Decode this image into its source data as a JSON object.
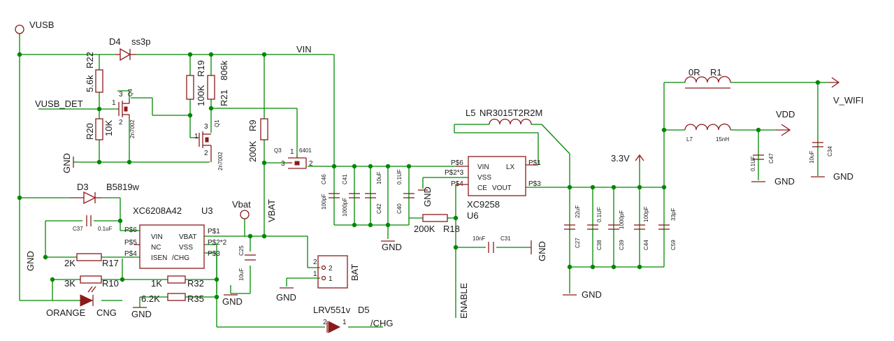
{
  "nets": {
    "vusb": "VUSB",
    "vin": "VIN",
    "vusb_det": "VUSB_DET",
    "vbat": "VBAT",
    "vbat_pin": "Vbat",
    "v33": "3.3V",
    "vdd": "VDD",
    "v_wifi": "V_WIFI",
    "enable": "ENABLE",
    "chg": "/CHG",
    "gnd": "GND"
  },
  "components": {
    "d4": {
      "ref": "D4",
      "value": "ss3p"
    },
    "r22": {
      "ref": "R22",
      "value": "5.6k"
    },
    "r19": {
      "ref": "R19",
      "value": "100K"
    },
    "r21": {
      "ref": "R21",
      "value": "806k"
    },
    "r20": {
      "ref": "R20",
      "value": "10K"
    },
    "q4": {
      "ref": "Q4",
      "value": "2n7002"
    },
    "q1": {
      "ref": "Q1",
      "value": "2n7002"
    },
    "r9": {
      "ref": "R9",
      "value": "200K"
    },
    "q3": {
      "ref": "Q3",
      "value": "6401"
    },
    "c46": {
      "ref": "C46",
      "value": "100pF"
    },
    "c41": {
      "ref": "C41",
      "value": "1000pF"
    },
    "c42": {
      "ref": "C42",
      "value": "10uF"
    },
    "c40": {
      "ref": "C40",
      "value": "0.1UF"
    },
    "l5": {
      "ref": "L5",
      "value": "NR3015T2R2M"
    },
    "u6": {
      "ref": "U6",
      "value": "XC9258",
      "pins_left": [
        "P$6",
        "P$2*3",
        "P$4"
      ],
      "pins_right": [
        "P$1",
        "P$3"
      ],
      "body": [
        "VIN",
        "LX",
        "VSS",
        "CE",
        "VOUT"
      ]
    },
    "r18": {
      "ref": "R18",
      "value": "200K"
    },
    "c31": {
      "ref": "C31",
      "value": "10nF"
    },
    "c27": {
      "ref": "C27",
      "value": "22uF"
    },
    "c38": {
      "ref": "C38",
      "value": "0.1UF"
    },
    "c39": {
      "ref": "C39",
      "value": "1000pF"
    },
    "c44": {
      "ref": "C44",
      "value": "100pF"
    },
    "c59": {
      "ref": "C59",
      "value": "33pF"
    },
    "r1": {
      "ref": "R1",
      "value": "0R"
    },
    "l7": {
      "ref": "L7",
      "value": "15nH"
    },
    "c47": {
      "ref": "C47",
      "value": "0.1UF"
    },
    "c34": {
      "ref": "C34",
      "value": "10uF"
    },
    "d3": {
      "ref": "D3",
      "value": "B5819w"
    },
    "c37": {
      "ref": "C37",
      "value": "0.1uF"
    },
    "u3": {
      "ref": "U3",
      "value": "XC6208A42",
      "pins_left": [
        "P$6",
        "P$5",
        "P$4"
      ],
      "pins_right": [
        "P$1",
        "P$2*2",
        "P$3"
      ],
      "body": [
        "VIN",
        "VBAT",
        "NC",
        "VSS",
        "ISEN",
        "/CHG"
      ]
    },
    "r17": {
      "ref": "R17",
      "value": "2K"
    },
    "r10": {
      "ref": "R10",
      "value": "3K"
    },
    "r32": {
      "ref": "R32",
      "value": "1K"
    },
    "r35": {
      "ref": "R35",
      "value": "6.2K"
    },
    "led": {
      "ref": "CNG",
      "value": "ORANGE"
    },
    "c25": {
      "ref": "C25",
      "value": "10uF"
    },
    "bat": {
      "ref": "BAT",
      "pin1": "1",
      "pin2": "2"
    },
    "d5": {
      "ref": "D5",
      "value": "LRV551v"
    }
  },
  "pin_numbers": {
    "one": "1",
    "two": "2",
    "three": "3"
  }
}
